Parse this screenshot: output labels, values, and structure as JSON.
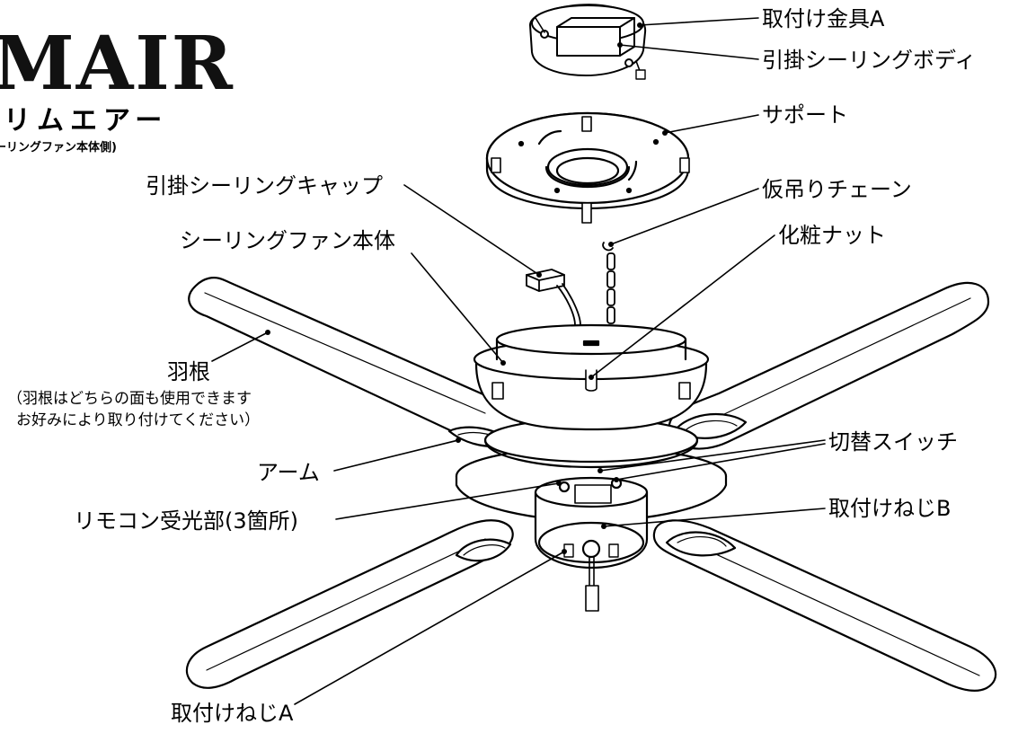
{
  "logo": {
    "wordmark": "MAIR",
    "kana": "リムエアー",
    "subtitle": "ーリングファン本体側)"
  },
  "labels": {
    "bracket_a": "取付け金具A",
    "ceiling_body": "引掛シーリングボディ",
    "support": "サポート",
    "temp_chain": "仮吊りチェーン",
    "decor_nut": "化粧ナット",
    "ceiling_cap": "引掛シーリングキャップ",
    "fan_body": "シーリングファン本体",
    "blade": "羽根",
    "blade_note_1": "（羽根はどちらの面も使用できます",
    "blade_note_2": "お好みにより取り付けてください）",
    "arm": "アーム",
    "switch": "切替スイッチ",
    "remote_receiver": "リモコン受光部(3箇所)",
    "screw_b": "取付けねじB",
    "screw_a": "取付けねじA"
  }
}
